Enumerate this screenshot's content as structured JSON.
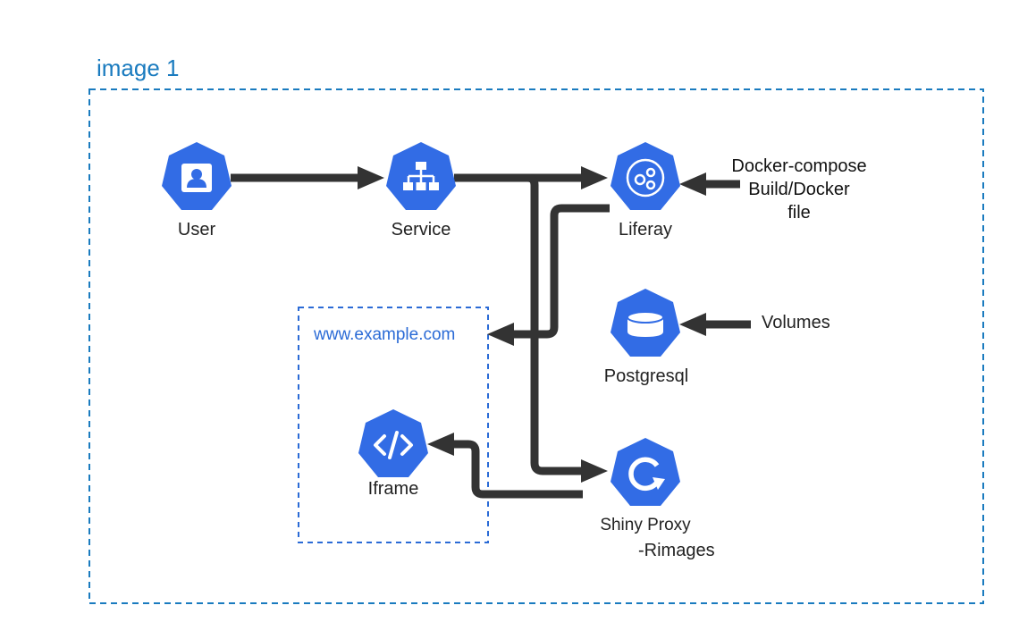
{
  "frame": {
    "title": "image 1"
  },
  "subframe": {
    "title": "www.example.com"
  },
  "colors": {
    "icon_fill": "#326ce5",
    "arrow": "#333333",
    "frame_border": "#1a7bbf",
    "subframe_border": "#2b6bd6"
  },
  "nodes": {
    "user": {
      "label": "User",
      "icon": "user-icon"
    },
    "service": {
      "label": "Service",
      "icon": "service-network-icon"
    },
    "liferay": {
      "label": "Liferay",
      "icon": "deployment-gears-icon"
    },
    "postgresql": {
      "label": "Postgresql",
      "icon": "database-storage-icon"
    },
    "iframe": {
      "label": "Iframe",
      "icon": "code-icon"
    },
    "shiny": {
      "label": "Shiny Proxy",
      "icon": "refresh-cycle-icon"
    }
  },
  "notes": {
    "docker_line1": "Docker-compose",
    "docker_line2": "Build/Docker",
    "docker_line3": "file",
    "volumes": "Volumes",
    "rimages": "-Rimages"
  }
}
